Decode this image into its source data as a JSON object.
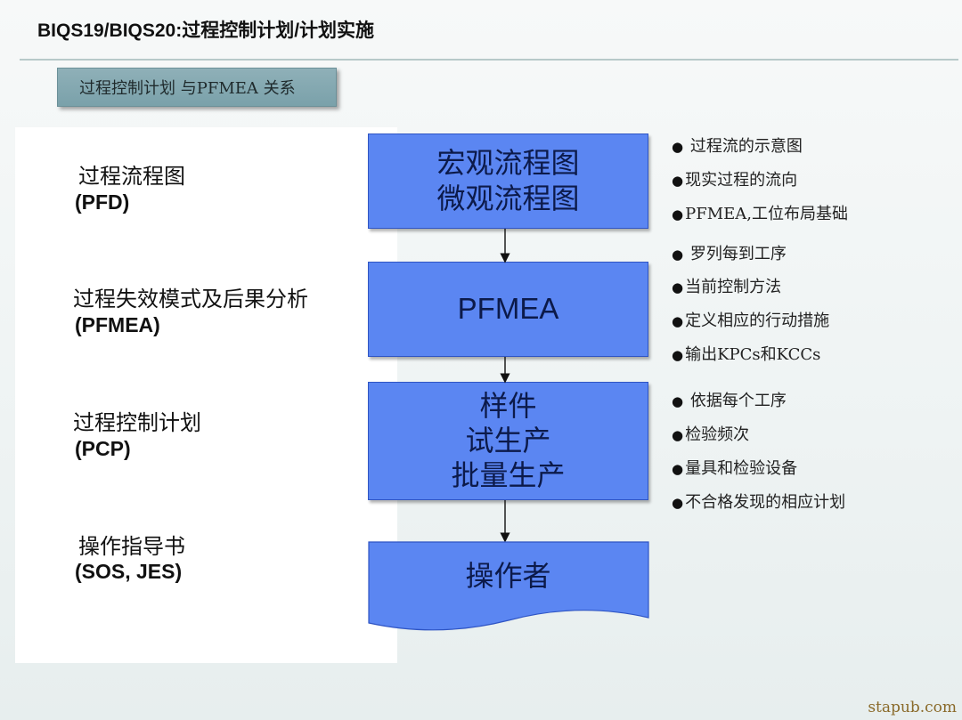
{
  "header": {
    "title": "BIQS19/BIQS20:过程控制计划/计划实施"
  },
  "section_badge": "过程控制计划 与PFMEA 关系",
  "rows": [
    {
      "doc_title": "过程流程图",
      "doc_code": "(PFD)",
      "box_lines": [
        "宏观流程图",
        "微观流程图"
      ],
      "bullets": [
        "过程流的示意图",
        "现实过程的流向",
        "PFMEA,工位布局基础"
      ]
    },
    {
      "doc_title": "过程失效模式及后果分析",
      "doc_code": "(PFMEA)",
      "box_lines": [
        "PFMEA"
      ],
      "bullets": [
        "罗列每到工序",
        "当前控制方法",
        "定义相应的行动措施",
        "输出KPCs和KCCs"
      ]
    },
    {
      "doc_title": "过程控制计划",
      "doc_code": "(PCP)",
      "box_lines": [
        "样件",
        "试生产",
        "批量生产"
      ],
      "bullets": [
        "依据每个工序",
        "检验频次",
        "量具和检验设备",
        "不合格发现的相应计划"
      ]
    },
    {
      "doc_title": "操作指导书",
      "doc_code": "(SOS, JES)",
      "box_lines": [
        "操作者"
      ],
      "bullets": []
    }
  ],
  "bullet_symbol": "●",
  "watermark": "stapub.com",
  "colors": {
    "box_fill": "#5b86f2",
    "box_border": "#2f55c4",
    "badge_fill": "#7aa1aa",
    "watermark": "#8a6a2a"
  }
}
